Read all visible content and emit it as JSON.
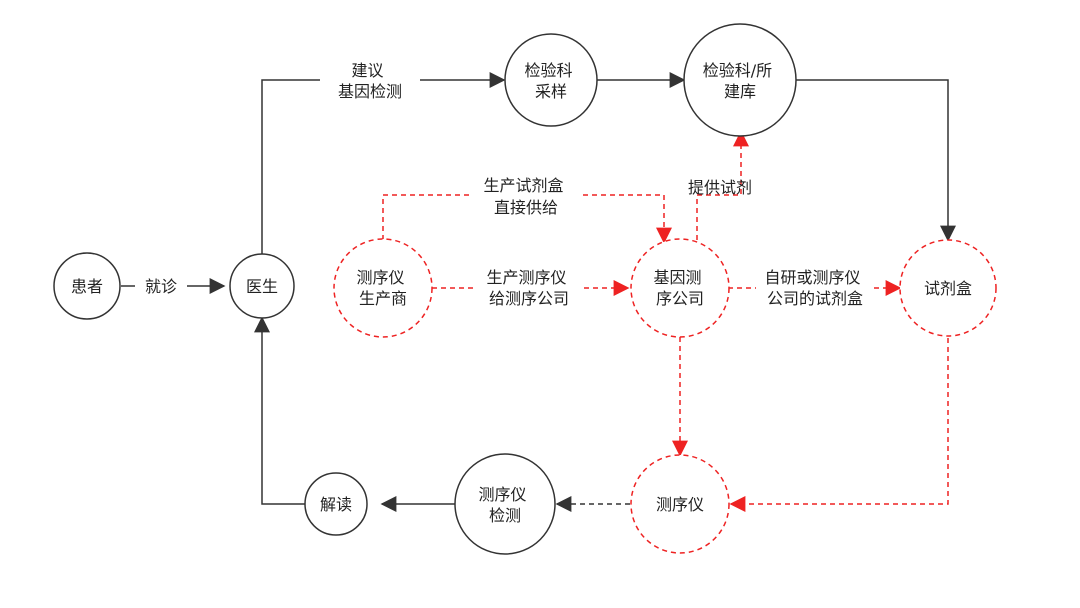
{
  "colors": {
    "solid": "#333333",
    "dashed": "#ee2222",
    "text": "#222222",
    "background": "#ffffff"
  },
  "nodes": {
    "patient": {
      "lines": [
        "患者"
      ]
    },
    "doctor": {
      "lines": [
        "医生"
      ]
    },
    "lab_sampling": {
      "lines": [
        "检验科",
        "采样"
      ]
    },
    "lab_storage": {
      "lines": [
        "检验科/所",
        "建库"
      ]
    },
    "sequencer_maker": {
      "lines": [
        "测序仪",
        "生产商"
      ]
    },
    "gene_company": {
      "lines": [
        "基因测",
        "序公司"
      ]
    },
    "reagent_kit": {
      "lines": [
        "试剂盒"
      ]
    },
    "sequencer": {
      "lines": [
        "测序仪"
      ]
    },
    "sequencer_test": {
      "lines": [
        "测序仪",
        "检测"
      ]
    },
    "interpret": {
      "lines": [
        "解读"
      ]
    }
  },
  "edges": {
    "visit": {
      "lines": [
        "就诊"
      ]
    },
    "suggest_test": {
      "lines": [
        "建议",
        "基因检测"
      ]
    },
    "supply_kit_direct": {
      "lines": [
        "生产试剂盒",
        "直接供给"
      ]
    },
    "supply_reagent": {
      "lines": [
        "提供试剂"
      ]
    },
    "produce_sequencer": {
      "lines": [
        "生产测序仪",
        "给测序公司"
      ]
    },
    "self_dev_kit": {
      "lines": [
        "自研或测序仪",
        "公司的试剂盒"
      ]
    }
  }
}
